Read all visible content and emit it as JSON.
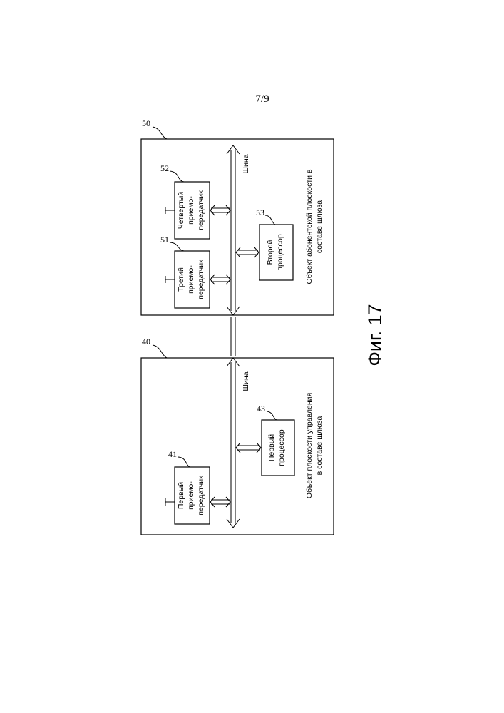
{
  "page_number": "7/9",
  "figure_caption": "Фиг. 17",
  "left_entity": {
    "ref": "40",
    "title_line1": "Объект плоскости управления",
    "title_line2": "в составе шлюза",
    "bus_label": "Шина",
    "transceiver": {
      "ref": "41",
      "line1": "Первый",
      "line2": "приемо-",
      "line3": "передатчик"
    },
    "processor": {
      "ref": "43",
      "line1": "Первый",
      "line2": "процессор"
    }
  },
  "right_entity": {
    "ref": "50",
    "title_line1": "Объект абонентской плоскости в",
    "title_line2": "составе шлюза",
    "bus_label": "Шина",
    "transceiver_a": {
      "ref": "51",
      "line1": "Третий",
      "line2": "приемо-",
      "line3": "передатчик"
    },
    "transceiver_b": {
      "ref": "52",
      "line1": "Четвертый",
      "line2": "приемо-",
      "line3": "передатчик"
    },
    "processor": {
      "ref": "53",
      "line1": "Второй",
      "line2": "процессор"
    }
  }
}
